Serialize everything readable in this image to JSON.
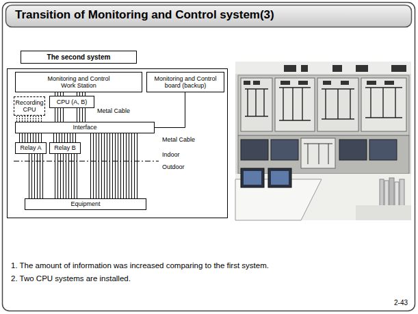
{
  "diagram": {
    "title": "Transition of Monitoring and Control system(3)",
    "nodes": [
      {
        "text": [
          "The second system"
        ]
      },
      {
        "text": [
          "Monitoring and Control Work Station"
        ]
      },
      {
        "text": [
          "Monitoring and Control board (backup)"
        ]
      },
      {
        "text": [
          "Recording CPU"
        ]
      },
      {
        "text": [
          "CPU (A, B)"
        ]
      },
      {
        "text": [
          "Interface"
        ]
      },
      {
        "text": [
          "Relay A"
        ]
      },
      {
        "text": [
          "Relay B"
        ]
      },
      {
        "text": [
          "Equipment"
        ]
      }
    ],
    "edges": [
      {
        "from": 1,
        "to": 4,
        "arrow": "none"
      },
      {
        "from": 3,
        "to": 5,
        "arrow": "none"
      },
      {
        "from": 4,
        "to": 5,
        "arrow": "none"
      },
      {
        "from": 2,
        "to": 5,
        "arrow": "none"
      },
      {
        "from": 5,
        "to": 6,
        "arrow": "none"
      },
      {
        "from": 5,
        "to": 7,
        "arrow": "none"
      },
      {
        "from": 6,
        "to": 8,
        "arrow": "none"
      },
      {
        "from": 7,
        "to": 8,
        "arrow": "none"
      },
      {
        "from": 5,
        "to": 8,
        "arrow": "none"
      }
    ],
    "labels": [
      "Metal Cable",
      "Metal Cable",
      "Indoor",
      "Outdoor",
      "1. The amount of information was increased comparing to the first system.",
      "2. Two CPU systems are installed.",
      "2-43"
    ]
  }
}
